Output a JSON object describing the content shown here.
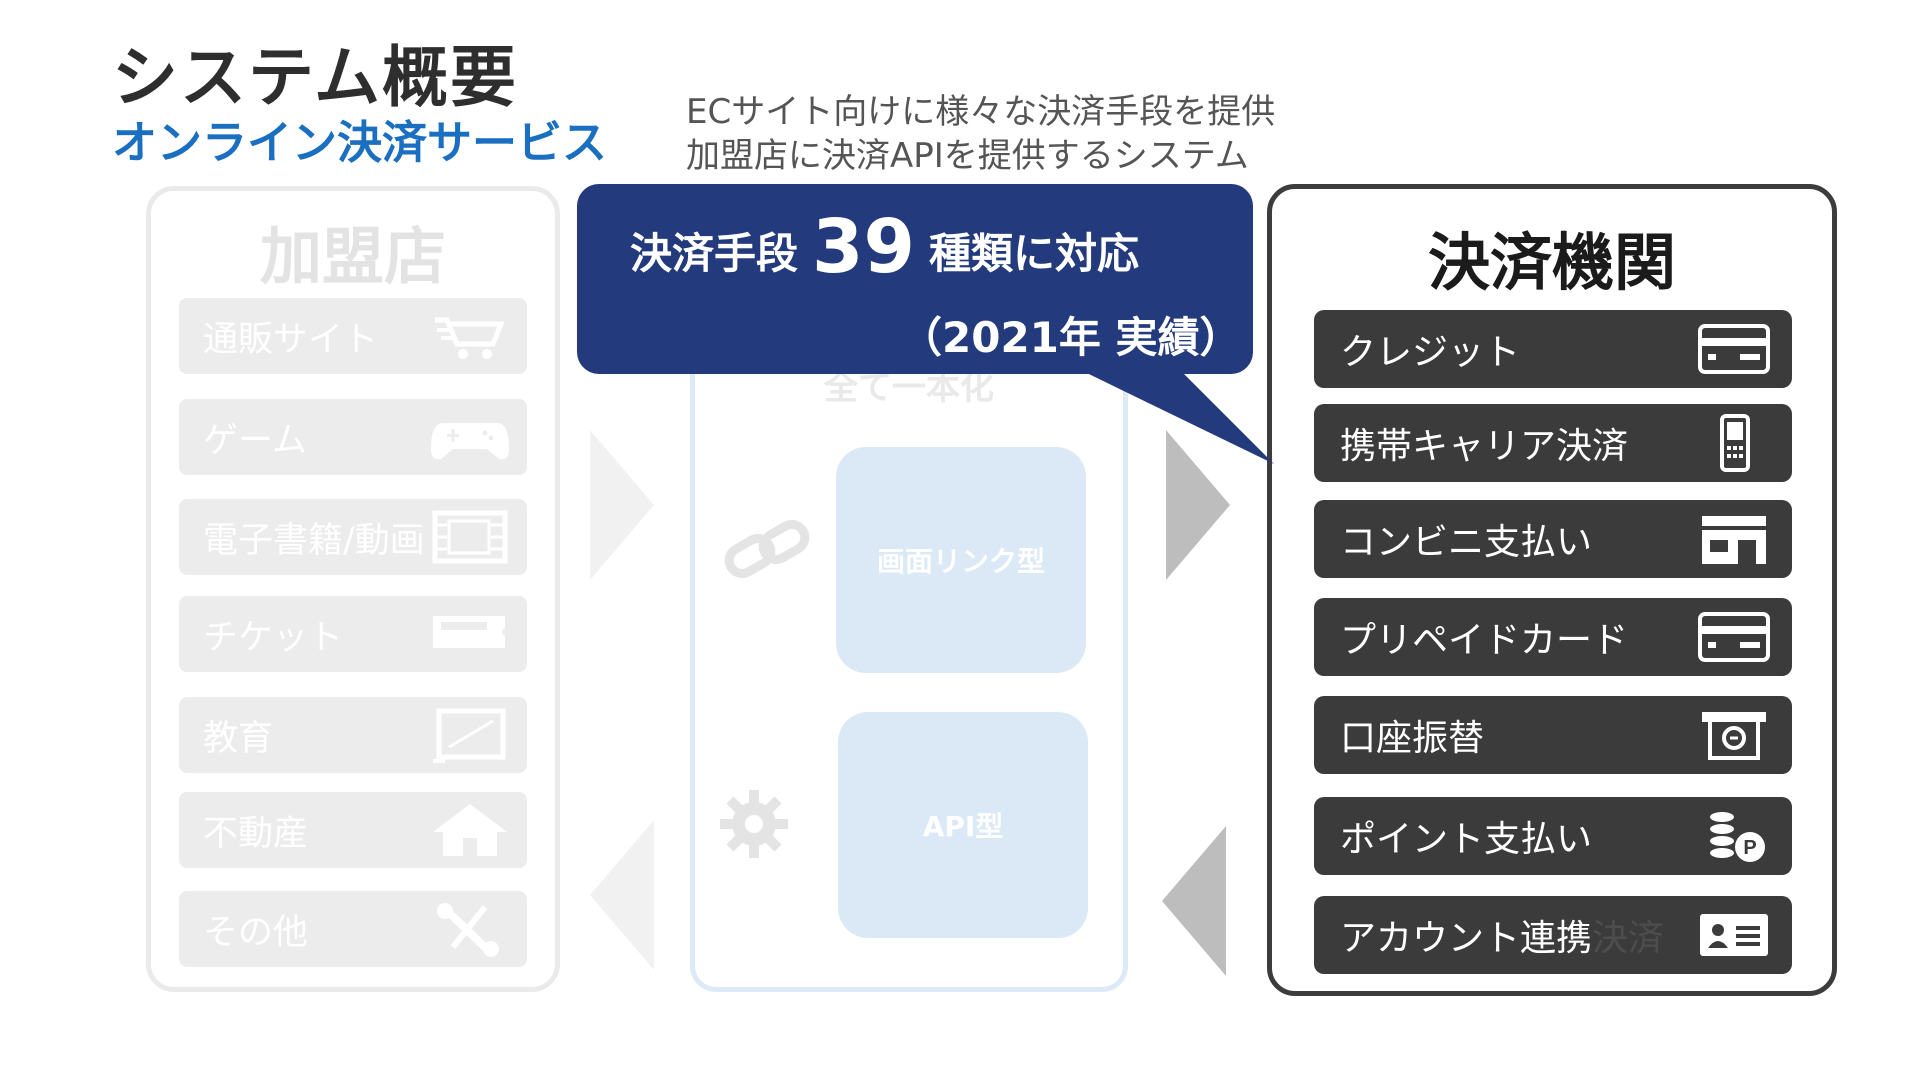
{
  "header": {
    "title": "システム概要",
    "subtitle": "オンライン決済サービス",
    "description_line1": "ECサイト向けに様々な決済手段を提供",
    "description_line2": "加盟店に決済APIを提供するシステム"
  },
  "merchants": {
    "heading": "加盟店",
    "items": [
      {
        "label": "通販サイト",
        "icon": "shopping-cart-icon"
      },
      {
        "label": "ゲーム",
        "icon": "game-controller-icon"
      },
      {
        "label": "電子書籍/動画",
        "icon": "film-icon"
      },
      {
        "label": "チケット",
        "icon": "ticket-icon"
      },
      {
        "label": "教育",
        "icon": "whiteboard-icon"
      },
      {
        "label": "不動産",
        "icon": "house-icon"
      },
      {
        "label": "その他",
        "icon": "tools-icon"
      }
    ]
  },
  "middle": {
    "ghost_text": "全て一本化",
    "link_type": "画面リンク型",
    "api_type": "API型",
    "icons": [
      "link-icon",
      "gear-icon"
    ]
  },
  "callout": {
    "prefix": "決済手段",
    "number": "39",
    "suffix": "種類に対応",
    "note": "（2021年 実績）"
  },
  "institutions": {
    "heading": "決済機関",
    "items": [
      {
        "label": "クレジット",
        "icon": "credit-card-icon"
      },
      {
        "label": "携帯キャリア決済",
        "icon": "mobile-phone-icon"
      },
      {
        "label": "コンビニ支払い",
        "icon": "convenience-store-icon"
      },
      {
        "label": "プリペイドカード",
        "icon": "prepaid-card-icon"
      },
      {
        "label": "口座振替",
        "icon": "bank-transfer-icon"
      },
      {
        "label": "ポイント支払い",
        "icon": "points-icon"
      },
      {
        "label": "アカウント連携決済",
        "label_visible": "アカウント連携",
        "label_faded": "決済",
        "icon": "id-card-icon"
      }
    ]
  },
  "colors": {
    "title": "#2e2e2e",
    "subtitle": "#1a6fc0",
    "callout": "#233a7c",
    "institution_item": "#3b3b3b",
    "merchant_item": "#ececec",
    "middle_pill": "#dbe9f7"
  }
}
